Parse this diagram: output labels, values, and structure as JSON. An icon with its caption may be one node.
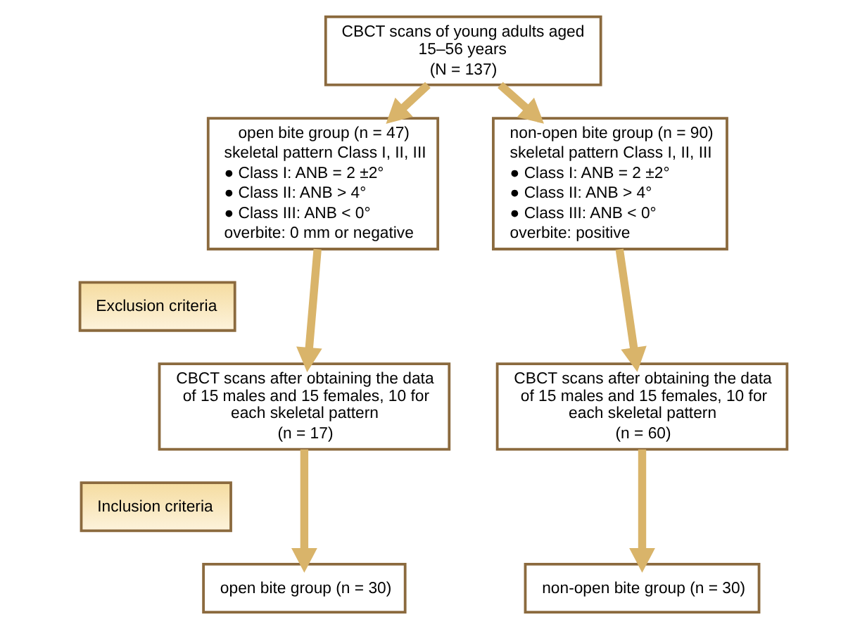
{
  "diagram": {
    "nodes": [
      {
        "text": [
          "CBCT scans of young adults aged 15–56 years",
          "(N = 137)"
        ]
      },
      {
        "text": [
          "open bite group (n = 47)",
          "skeletal pattern Class I, II, III",
          "● Class I: ANB = 2 ±2°",
          "● Class II: ANB > 4°",
          "● Class III: ANB < 0°",
          "overbite: 0 mm or negative"
        ]
      },
      {
        "text": [
          "non-open bite group (n = 90)",
          "skeletal pattern Class I, II, III",
          "● Class I: ANB = 2 ±2°",
          "● Class II: ANB > 4°",
          "● Class III: ANB < 0°",
          "overbite: positive"
        ]
      },
      {
        "text": [
          "Exclusion criteria"
        ]
      },
      {
        "text": [
          "CBCT scans after obtaining the data of 15 males and 15 females, 10 for each skeletal pattern",
          "(n = 17)"
        ]
      },
      {
        "text": [
          "CBCT scans after obtaining the data of 15 males and 15 females, 10 for each skeletal pattern",
          "(n = 60)"
        ]
      },
      {
        "text": [
          "Inclusion criteria"
        ]
      },
      {
        "text": [
          "open bite group (n = 30)"
        ]
      },
      {
        "text": [
          "non-open bite group (n = 30)"
        ]
      }
    ],
    "edges": [
      {
        "from": 0,
        "to": 1,
        "arrow": "to"
      },
      {
        "from": 0,
        "to": 2,
        "arrow": "to"
      },
      {
        "from": 1,
        "to": 4,
        "arrow": "to"
      },
      {
        "from": 2,
        "to": 5,
        "arrow": "to"
      },
      {
        "from": 4,
        "to": 7,
        "arrow": "to"
      },
      {
        "from": 5,
        "to": 8,
        "arrow": "to"
      }
    ]
  }
}
